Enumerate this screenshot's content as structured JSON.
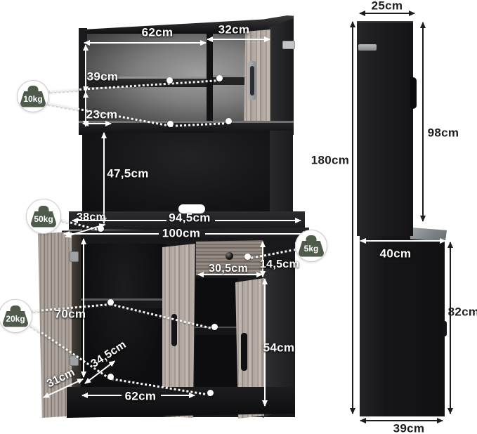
{
  "palette": {
    "badge_icon_green": "#4f5b4a",
    "cabinet_black": "#1a1a1c",
    "wood_light": "#b2aaa2",
    "dimension_text_light": "#ffffff",
    "dimension_text_dark": "#1d1d1d"
  },
  "front_view": {
    "dims": {
      "top_shelf_width": "62cm",
      "top_door_width": "32cm",
      "upper_shelf_height": "39cm",
      "lower_shelf_height": "23cm",
      "open_compartment_height": "47,5cm",
      "countertop_depth": "38cm",
      "countertop_width": "94,5cm",
      "overall_width": "100cm",
      "drawer_width": "30,5cm",
      "drawer_height": "14,5cm",
      "cabinet_inner_height": "70cm",
      "cabinet_inner_depth": "34,5cm",
      "door_width": "31cm",
      "cabinet_inner_width": "62cm",
      "lower_door_height": "54cm"
    },
    "load_badges": {
      "hutch_shelf": "10kg",
      "countertop": "50kg",
      "lower_cabinet": "20kg",
      "drawer": "5kg"
    }
  },
  "side_view": {
    "dims": {
      "upper_depth": "25cm",
      "overall_height": "180cm",
      "upper_section_height": "98cm",
      "lower_depth": "40cm",
      "lower_section_height": "82cm",
      "base_depth": "39cm"
    }
  }
}
